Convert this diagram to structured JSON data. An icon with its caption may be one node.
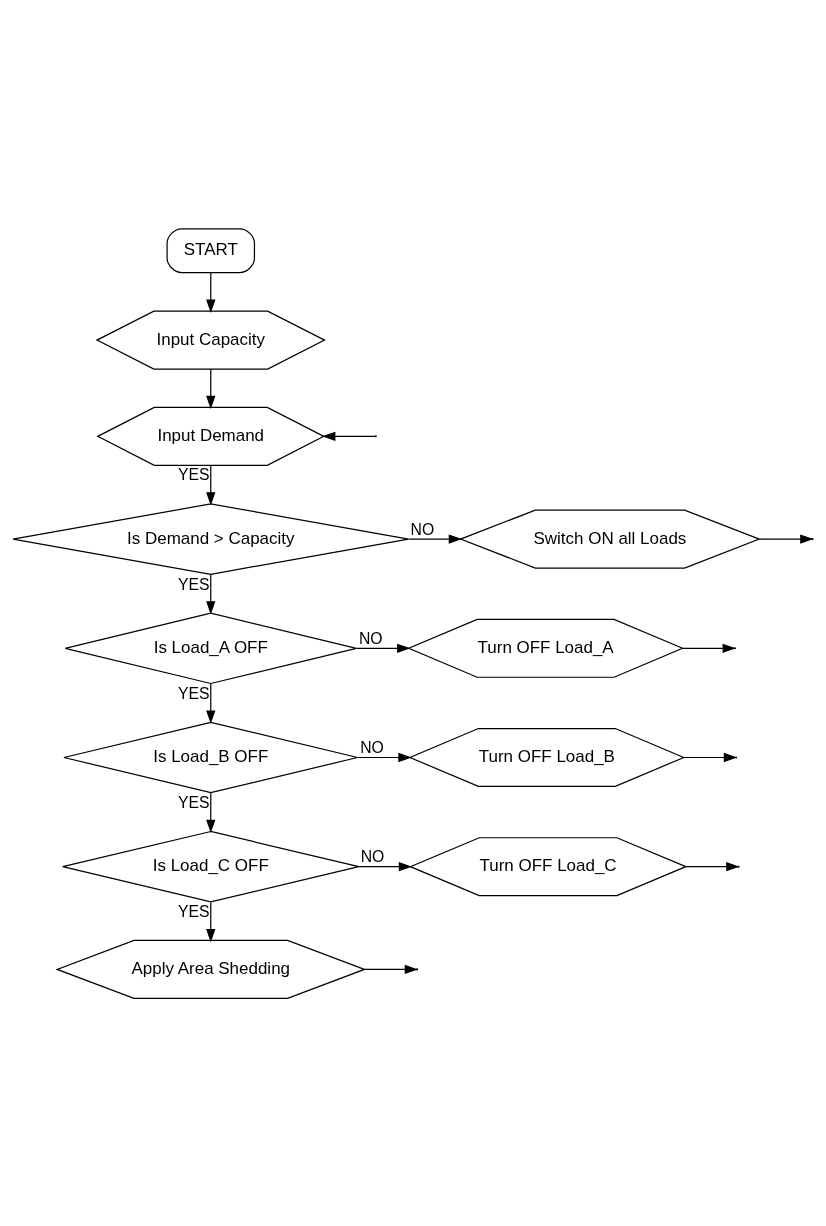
{
  "diagram": {
    "nodes": [
      {
        "text": [
          "START"
        ]
      },
      {
        "text": [
          "Input Capacity"
        ]
      },
      {
        "text": [
          "Input Demand"
        ]
      },
      {
        "text": [
          "Is Demand > Capacity"
        ]
      },
      {
        "text": [
          "Switch ON all Loads"
        ]
      },
      {
        "text": [
          "Is Load_A OFF"
        ]
      },
      {
        "text": [
          "Turn OFF Load_A"
        ]
      },
      {
        "text": [
          "Is Load_B OFF"
        ]
      },
      {
        "text": [
          "Turn OFF Load_B"
        ]
      },
      {
        "text": [
          "Is Load_C OFF"
        ]
      },
      {
        "text": [
          "Turn OFF Load_C"
        ]
      },
      {
        "text": [
          "Apply Area Shedding"
        ]
      }
    ],
    "edges": [
      {
        "from": 0,
        "to": 1,
        "arrow": "to"
      },
      {
        "from": 1,
        "to": 2,
        "arrow": "to"
      },
      {
        "from": 2,
        "to": 3,
        "arrow": "to",
        "label": "YES"
      },
      {
        "from": 3,
        "to": 4,
        "arrow": "to",
        "label": "NO"
      },
      {
        "from": 4,
        "to": null,
        "arrow": "to"
      },
      {
        "from": 3,
        "to": 5,
        "arrow": "to",
        "label": "YES"
      },
      {
        "from": 5,
        "to": 6,
        "arrow": "to",
        "label": "NO"
      },
      {
        "from": 6,
        "to": null,
        "arrow": "to"
      },
      {
        "from": 5,
        "to": 7,
        "arrow": "to",
        "label": "YES"
      },
      {
        "from": 7,
        "to": 8,
        "arrow": "to",
        "label": "NO"
      },
      {
        "from": 8,
        "to": null,
        "arrow": "to"
      },
      {
        "from": 7,
        "to": 9,
        "arrow": "to",
        "label": "YES"
      },
      {
        "from": 9,
        "to": 10,
        "arrow": "to",
        "label": "NO"
      },
      {
        "from": 10,
        "to": null,
        "arrow": "to"
      },
      {
        "from": 9,
        "to": 11,
        "arrow": "to",
        "label": "YES"
      },
      {
        "from": 11,
        "to": null,
        "arrow": "to"
      },
      {
        "from": null,
        "to": 2,
        "arrow": "to"
      }
    ]
  }
}
